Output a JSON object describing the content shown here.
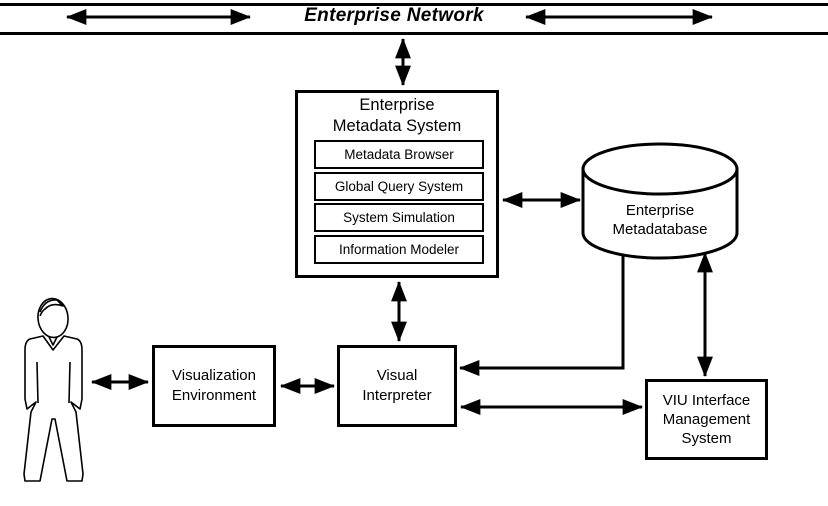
{
  "diagram": {
    "title": "Enterprise Network",
    "nodes": {
      "enterprise_metadata_system": {
        "title": [
          "Enterprise",
          "Metadata System"
        ],
        "components": [
          "Metadata Browser",
          "Global Query System",
          "System Simulation",
          "Information Modeler"
        ]
      },
      "enterprise_metadatabase": {
        "label": [
          "Enterprise",
          "Metadatabase"
        ],
        "shape": "database-cylinder"
      },
      "visualization_environment": {
        "label": [
          "Visualization",
          "Environment"
        ]
      },
      "visual_interpreter": {
        "label": [
          "Visual",
          "Interpreter"
        ]
      },
      "viu_interface_management_system": {
        "label": [
          "VIU Interface",
          "Management",
          "System"
        ]
      },
      "user": {
        "figure": "person-outline-icon"
      }
    },
    "colors": {
      "line": "#000000",
      "background": "#ffffff"
    }
  }
}
